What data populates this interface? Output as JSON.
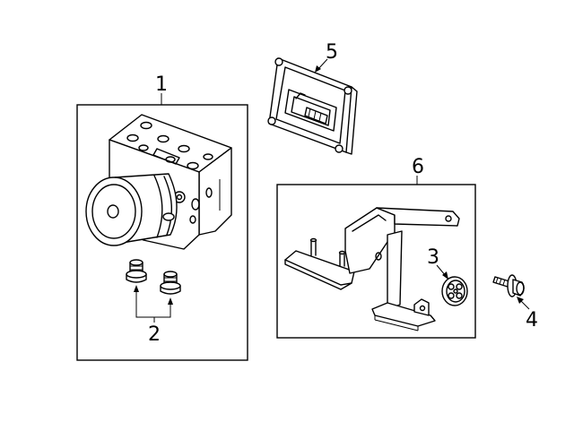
{
  "callouts": {
    "abs_unit": "1",
    "bolts": "2",
    "grommet": "3",
    "bolt": "4",
    "control_module": "5",
    "bracket": "6"
  }
}
